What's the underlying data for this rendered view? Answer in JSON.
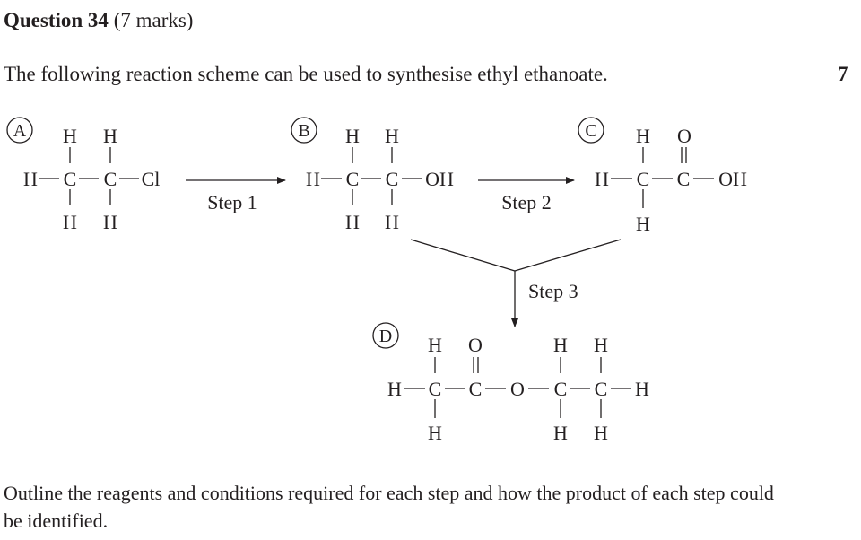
{
  "question": {
    "number_label": "Question 34",
    "marks_label": "(7 marks)",
    "intro": "The following reaction scheme can be used to synthesise ethyl ethanoate.",
    "margin_marks": "7",
    "instruction": "Outline the reagents and conditions required for each step and how the product of each step could be identified."
  },
  "scheme": {
    "compounds": [
      {
        "label": "A",
        "name": "chloroethane",
        "formula": "CH3CH2Cl",
        "end_group": "Cl"
      },
      {
        "label": "B",
        "name": "ethanol",
        "formula": "CH3CH2OH",
        "end_group": "OH"
      },
      {
        "label": "C",
        "name": "ethanoic acid",
        "formula": "CH3COOH",
        "end_group": "OH"
      },
      {
        "label": "D",
        "name": "ethyl ethanoate",
        "formula": "CH3COOCH2CH3",
        "end_group": "H"
      }
    ],
    "steps": [
      {
        "label": "Step 1",
        "from": "A",
        "to": "B"
      },
      {
        "label": "Step 2",
        "from": "B",
        "to": "C"
      },
      {
        "label": "Step 3",
        "from": [
          "B",
          "C"
        ],
        "to": "D"
      }
    ],
    "atoms": {
      "H": "H",
      "C": "C",
      "O": "O",
      "Cl": "Cl",
      "OH": "OH"
    }
  }
}
